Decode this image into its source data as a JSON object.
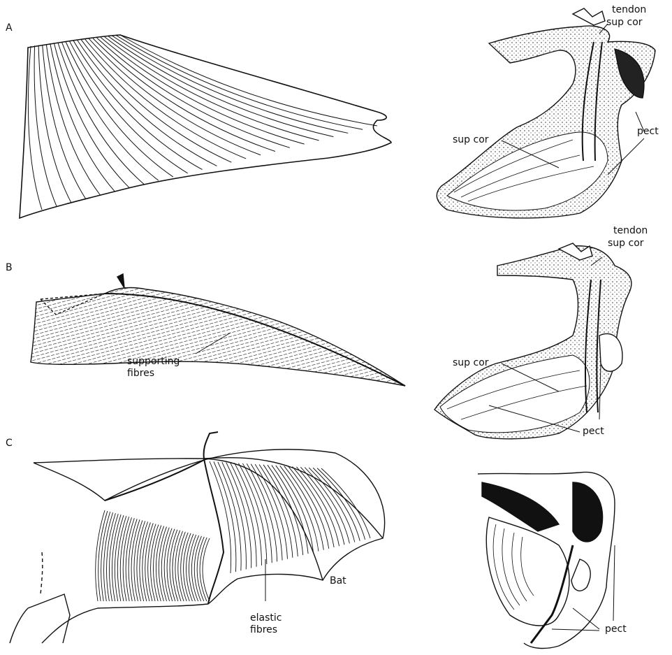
{
  "panels": {
    "a": {
      "letter": "A",
      "labels": {
        "tendon": "tendon",
        "tendon_sup_cor": "sup cor",
        "sup_cor": "sup cor",
        "pect": "pect"
      }
    },
    "b": {
      "letter": "B",
      "labels": {
        "tendon": "tendon",
        "tendon_sup_cor": "sup cor",
        "sup_cor": "sup cor",
        "pect": "pect",
        "supporting_1": "supporting",
        "supporting_2": "fibres"
      }
    },
    "c": {
      "letter": "C",
      "labels": {
        "bat": "Bat",
        "elastic_1": "elastic",
        "elastic_2": "fibres",
        "pect": "pect"
      }
    }
  },
  "colors": {
    "ink": "#111111",
    "paper": "#ffffff",
    "stipple": "#555555"
  }
}
